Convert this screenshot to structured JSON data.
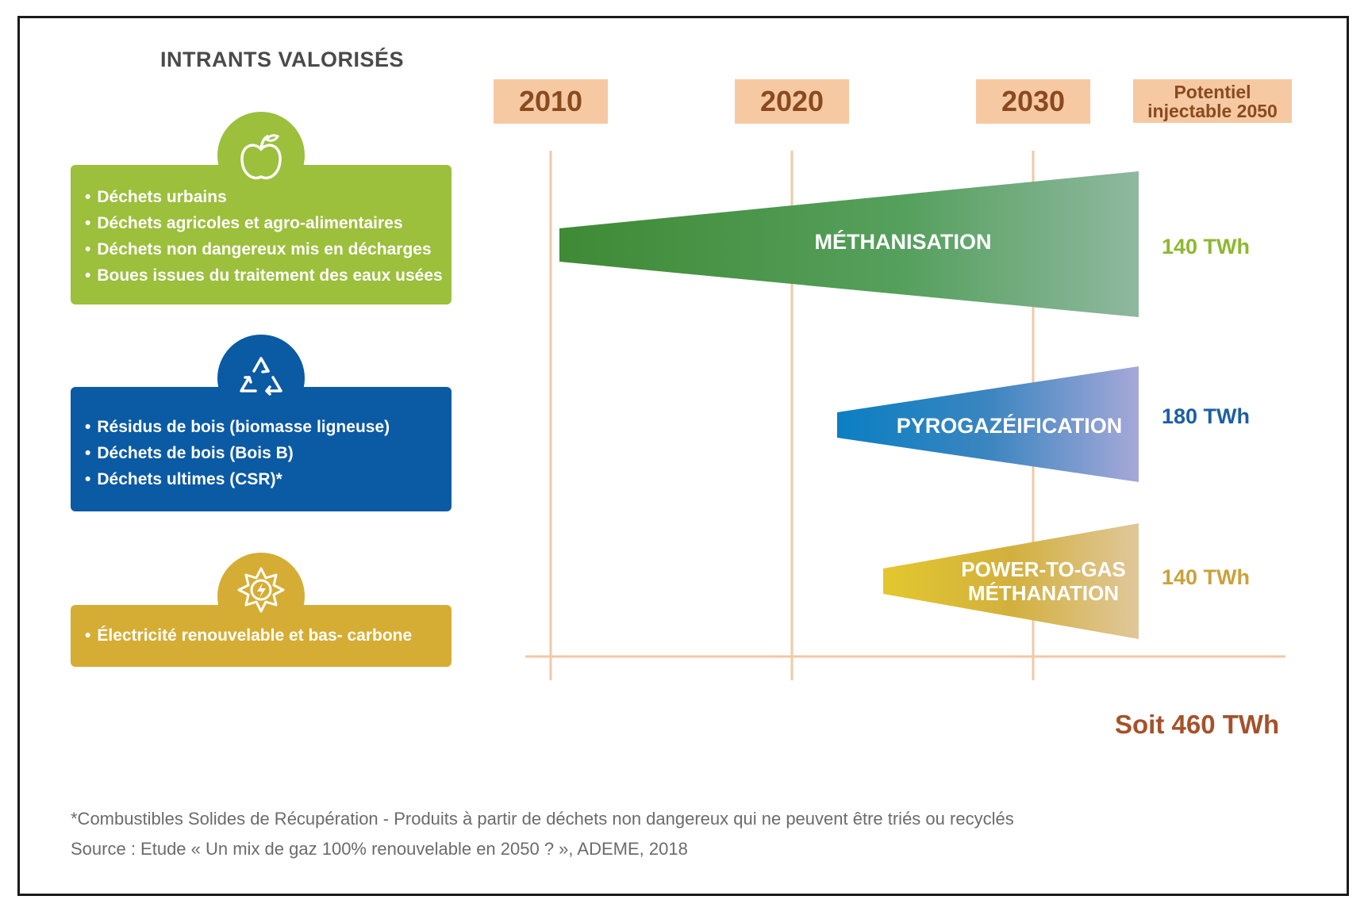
{
  "heading": "INTRANTS VALORISÉS",
  "groups": [
    {
      "icon": "apple-icon",
      "color": "#9cbf3c",
      "items": [
        "Déchets urbains",
        "Déchets agricoles et agro-alimentaires",
        "Déchets non dangereux mis en décharges",
        "Boues issues du traitement des eaux usées"
      ]
    },
    {
      "icon": "recycle-icon",
      "color": "#0b5aa4",
      "items": [
        "Résidus de bois (biomasse ligneuse)",
        "Déchets de bois (Bois B)",
        "Déchets ultimes (CSR)*"
      ]
    },
    {
      "icon": "sun-bolt-icon",
      "color": "#d6ad34",
      "items": [
        "Électricité renouvelable et bas- carbone"
      ]
    }
  ],
  "timeline": {
    "years": [
      "2010",
      "2020",
      "2030"
    ],
    "potential_label_line1": "Potentiel",
    "potential_label_line2": "injectable 2050"
  },
  "technologies": [
    {
      "name": "MÉTHANISATION",
      "start_year": 2010,
      "potential": "140 TWh",
      "value_color": "#8db82f",
      "colors": [
        "#3f8a35",
        "#56a05e",
        "#8fb8a0"
      ]
    },
    {
      "name": "PYROGAZÉIFICATION",
      "start_year": 2022,
      "potential": "180 TWh",
      "value_color": "#1d5fa3",
      "colors": [
        "#0a7fc2",
        "#3b85c0",
        "#a6a8d8"
      ]
    },
    {
      "name_line1": "POWER-TO-GAS",
      "name_line2": "MÉTHANATION",
      "start_year": 2024,
      "potential": "140 TWh",
      "value_color": "#c9a23a",
      "colors": [
        "#e3c72e",
        "#d2b03e",
        "#e0c79a"
      ]
    }
  ],
  "total": "Soit 460 TWh",
  "footnote": "*Combustibles Solides de Récupération - Produits à partir de déchets non dangereux qui ne peuvent être triés ou recyclés",
  "source": "Source : Etude « Un mix de gaz 100% renouvelable en 2050 ? », ADEME, 2018"
}
